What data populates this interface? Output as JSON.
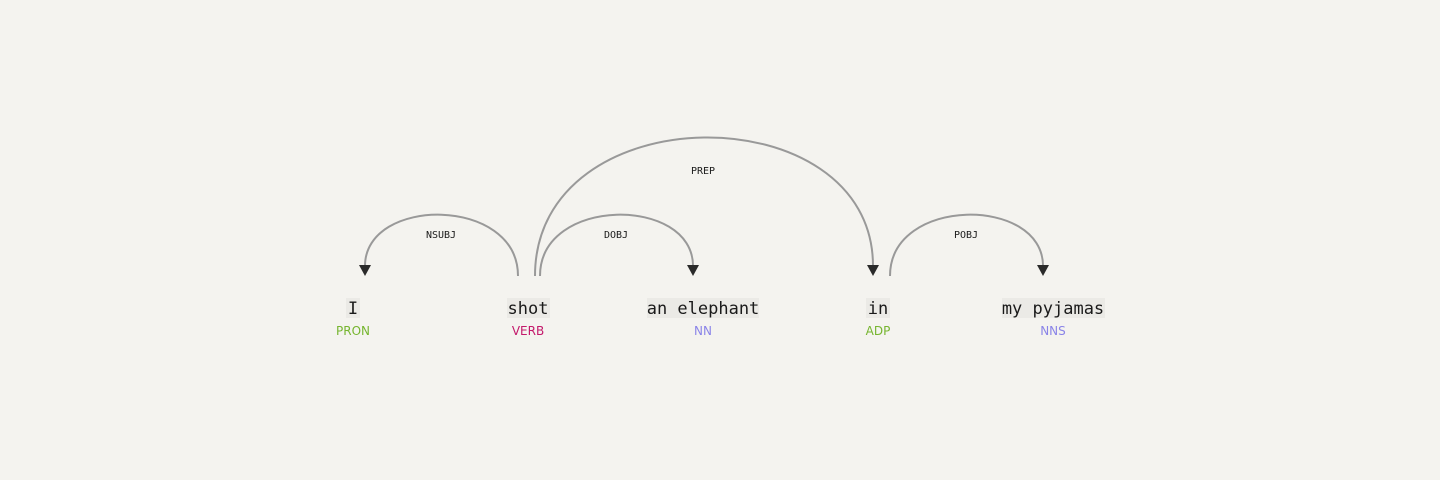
{
  "tokens": [
    {
      "text": "I",
      "tag": "PRON",
      "tag_color": "#76b52f"
    },
    {
      "text": "shot",
      "tag": "VERB",
      "tag_color": "#c3196b"
    },
    {
      "text": "an elephant",
      "tag": "NN",
      "tag_color": "#8a84e8"
    },
    {
      "text": "in",
      "tag": "ADP",
      "tag_color": "#76b52f"
    },
    {
      "text": "my pyjamas",
      "tag": "NNS",
      "tag_color": "#8a84e8"
    }
  ],
  "arcs": [
    {
      "label": "NSUBJ",
      "from": 1,
      "to": 0
    },
    {
      "label": "DOBJ",
      "from": 1,
      "to": 2
    },
    {
      "label": "PREP",
      "from": 1,
      "to": 3
    },
    {
      "label": "POBJ",
      "from": 3,
      "to": 4
    }
  ]
}
